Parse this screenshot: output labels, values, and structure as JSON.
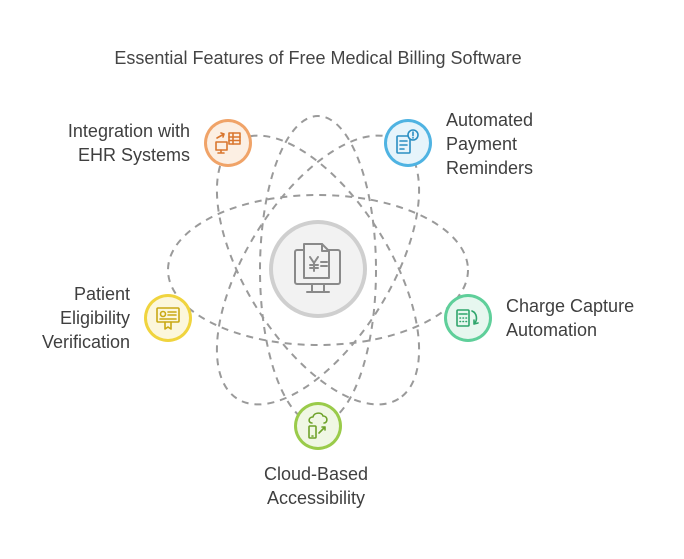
{
  "title": "Essential Features of Free Medical Billing Software",
  "center": {
    "icon": "billing-monitor-icon"
  },
  "features": [
    {
      "id": "ehr",
      "lines": [
        "Integration with",
        "EHR Systems"
      ],
      "icon": "ehr-sync-icon",
      "color": "#f0a368"
    },
    {
      "id": "payment",
      "lines": [
        "Automated",
        "Payment",
        "Reminders"
      ],
      "icon": "payment-reminder-icon",
      "color": "#4fb3e2"
    },
    {
      "id": "charge",
      "lines": [
        "Charge Capture",
        "Automation"
      ],
      "icon": "charge-capture-icon",
      "color": "#5fcf9a"
    },
    {
      "id": "eligibility",
      "lines": [
        "Patient",
        "Eligibility",
        "Verification"
      ],
      "icon": "eligibility-certificate-icon",
      "color": "#f0d43e"
    },
    {
      "id": "cloud",
      "lines": [
        "Cloud-Based",
        "Accessibility"
      ],
      "icon": "cloud-mobile-icon",
      "color": "#9acb4a"
    }
  ]
}
